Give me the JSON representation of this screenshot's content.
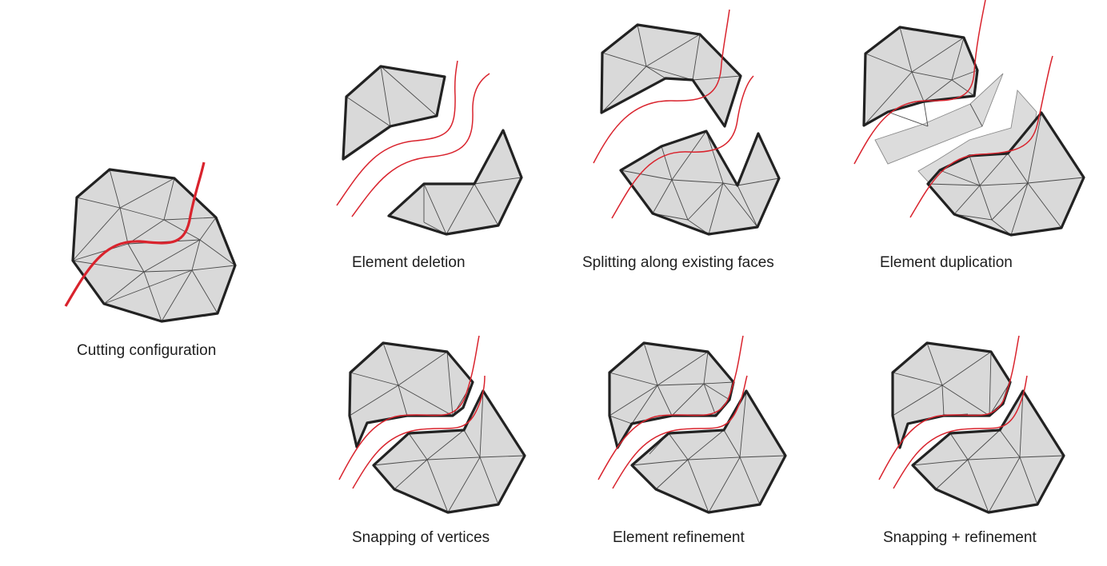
{
  "colors": {
    "mesh_fill": "#d9d9d9",
    "outline": "#222222",
    "cut": "#d9232d"
  },
  "panels": [
    {
      "id": "cutting-configuration",
      "caption": "Cutting configuration"
    },
    {
      "id": "element-deletion",
      "caption": "Element deletion"
    },
    {
      "id": "splitting-existing-faces",
      "caption": "Splitting along existing faces"
    },
    {
      "id": "element-duplication",
      "caption": "Element duplication"
    },
    {
      "id": "snapping-vertices",
      "caption": "Snapping of vertices"
    },
    {
      "id": "element-refinement",
      "caption": "Element refinement"
    },
    {
      "id": "snapping-refinement",
      "caption": "Snapping + refinement"
    }
  ]
}
